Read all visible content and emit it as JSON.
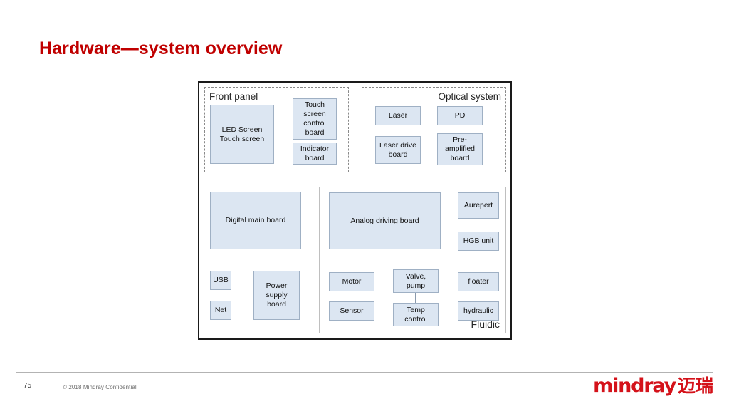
{
  "slide": {
    "title": "Hardware—system overview"
  },
  "diagram": {
    "groups": [
      {
        "id": "front-panel",
        "label": "Front panel",
        "label_align": "left",
        "style": "dashed"
      },
      {
        "id": "optical-system",
        "label": "Optical system",
        "label_align": "right",
        "style": "dashed"
      },
      {
        "id": "fluidic",
        "label": "Fluidic",
        "label_align": "right",
        "style": "solid"
      }
    ],
    "boxes": {
      "led_screen": "LED Screen\nTouch screen",
      "touch_screen_control_board": "Touch\nscreen\ncontrol\nboard",
      "indicator_board": "Indicator\nboard",
      "laser": "Laser",
      "pd": "PD",
      "laser_drive_board": "Laser drive\nboard",
      "pre_amplified_board": "Pre-\namplified\nboard",
      "digital_main_board": "Digital main board",
      "usb": "USB",
      "net": "Net",
      "power_supply_board": "Power\nsupply\nboard",
      "analog_driving_board": "Analog driving board",
      "aurepert": "Aurepert",
      "hgb_unit": "HGB unit",
      "motor": "Motor",
      "sensor": "Sensor",
      "valve_pump": "Valve,\npump",
      "temp_control": "Temp\ncontrol",
      "floater": "floater",
      "hydraulic": "hydraulic"
    }
  },
  "footer": {
    "page_number": "75",
    "copyright": "© 2018 Mindray Confidential",
    "logo_word": "mindray",
    "logo_cn": "迈瑞",
    "brand_color": "#D4121A"
  },
  "colors": {
    "title": "#C00000",
    "box_fill": "#dce6f2",
    "box_border": "#9fb0c4",
    "frame": "#1a1a1a",
    "group_dashed": "#8a8a8a",
    "group_solid": "#bfbfbf"
  }
}
